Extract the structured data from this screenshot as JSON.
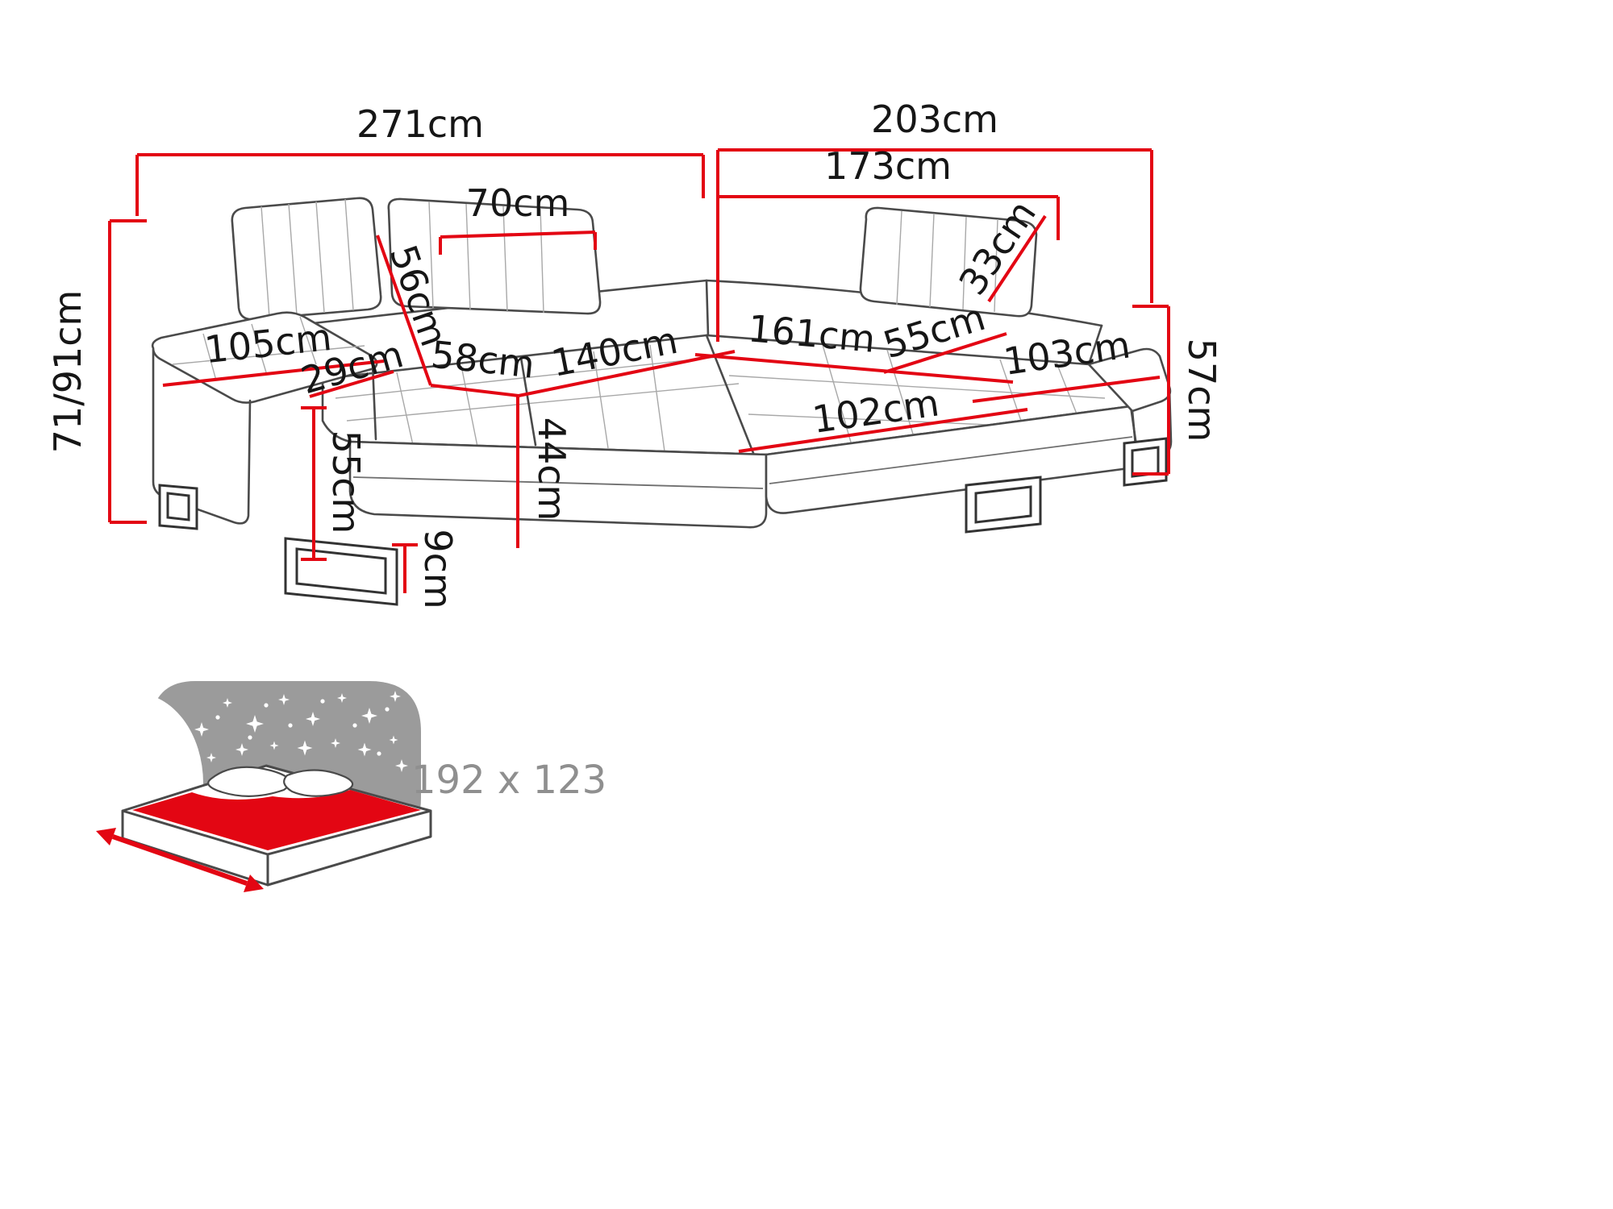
{
  "diagram": {
    "type": "corner-sofa-dimension-drawing",
    "unit": "cm",
    "labels": {
      "width_total": "271cm",
      "depth_total": "203cm",
      "depth_inner": "173cm",
      "headrest_width": "70cm",
      "backrest_height": "56cm",
      "seat_depth": "58cm",
      "seat_width": "140cm",
      "armrest_length": "105cm",
      "armrest_width": "29cm",
      "height_range": "71/91cm",
      "corner_seat_width": "161cm",
      "chaise_seat_depth": "55cm",
      "chaise_length": "103cm",
      "chaise_width": "102cm",
      "right_height": "57cm",
      "backrest_side": "33cm",
      "front_height": "55cm",
      "seat_height": "44cm",
      "leg_height": "9cm"
    },
    "sleeping_area": {
      "label": "192 x 123"
    },
    "colors": {
      "dimension_red": "#e30613",
      "outline_gray": "#4a4a4a",
      "text_black": "#161616",
      "muted_gray": "#8f8f8f",
      "panel_gray": "#9b9b9b"
    }
  }
}
